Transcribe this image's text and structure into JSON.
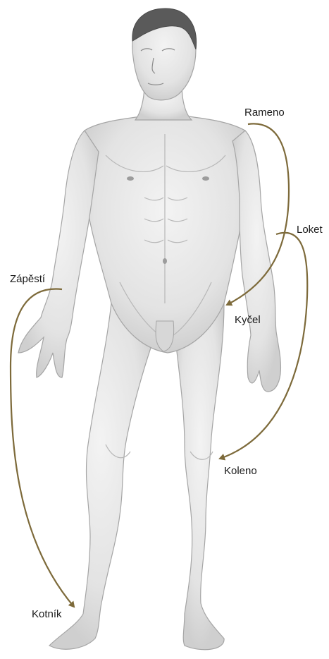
{
  "labels": {
    "shoulder": "Rameno",
    "elbow": "Loket",
    "wrist": "Zápěstí",
    "hip": "Kyčel",
    "knee": "Koleno",
    "ankle": "Kotník"
  },
  "colors": {
    "arrow": "#7d6a3a",
    "skin": "#e6e6e6",
    "skin_shadow": "#c9c9c9",
    "outline": "#9a9a9a",
    "hair": "#5a5a5a",
    "label_text": "#1a1a1a"
  }
}
